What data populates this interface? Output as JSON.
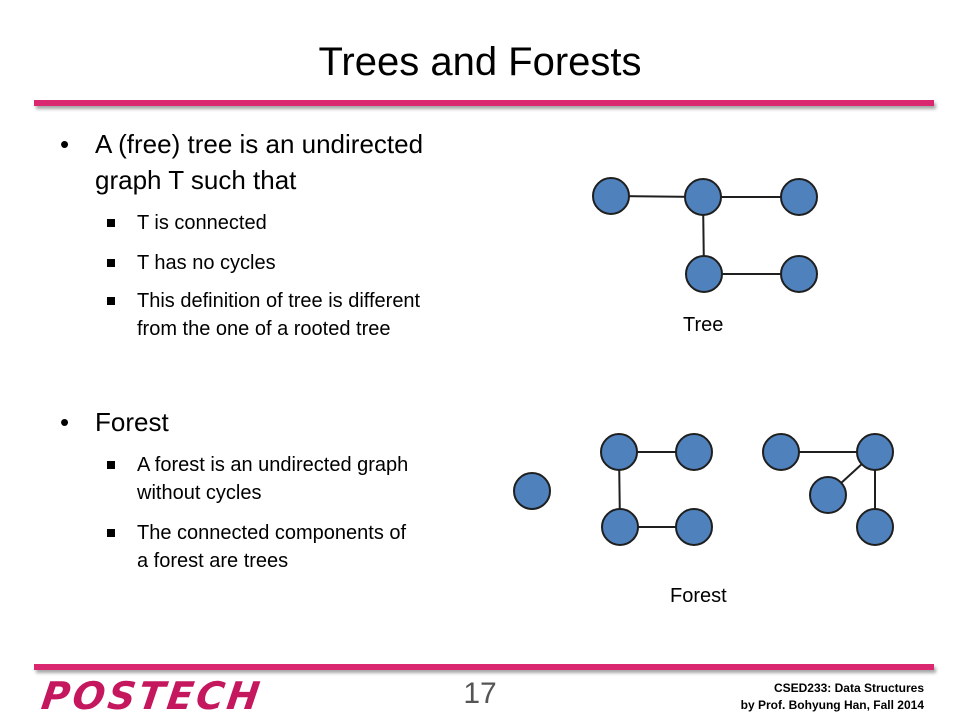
{
  "title": "Trees and Forests",
  "colors": {
    "accent": "#d9286f",
    "node_fill": "#4f81bd",
    "node_stroke": "#1f1f1f"
  },
  "bullets": [
    {
      "lines": [
        "A (free) tree is an undirected",
        "graph T such that"
      ],
      "subs": [
        {
          "lines": [
            "T is connected"
          ]
        },
        {
          "lines": [
            "T has no cycles"
          ]
        },
        {
          "lines": [
            "This definition of tree is different",
            "from the one of a rooted tree"
          ]
        }
      ]
    },
    {
      "lines": [
        "Forest"
      ],
      "subs": [
        {
          "lines": [
            "A forest is an undirected graph",
            "without cycles"
          ]
        },
        {
          "lines": [
            "The connected components of",
            "a forest are trees"
          ]
        }
      ]
    }
  ],
  "diagrams": {
    "tree": {
      "caption": "Tree",
      "node_count": 5,
      "edges": [
        [
          0,
          1
        ],
        [
          1,
          2
        ],
        [
          1,
          3
        ],
        [
          3,
          4
        ]
      ]
    },
    "forest": {
      "caption": "Forest",
      "node_count": 9,
      "edges": [
        [
          1,
          2
        ],
        [
          1,
          3
        ],
        [
          3,
          4
        ],
        [
          5,
          6
        ],
        [
          6,
          7
        ],
        [
          6,
          8
        ]
      ]
    }
  },
  "footer": {
    "logo": "POSTECH",
    "page_number": "17",
    "course": "CSED233: Data Structures",
    "author": "by Prof. Bohyung Han, Fall 2014"
  }
}
